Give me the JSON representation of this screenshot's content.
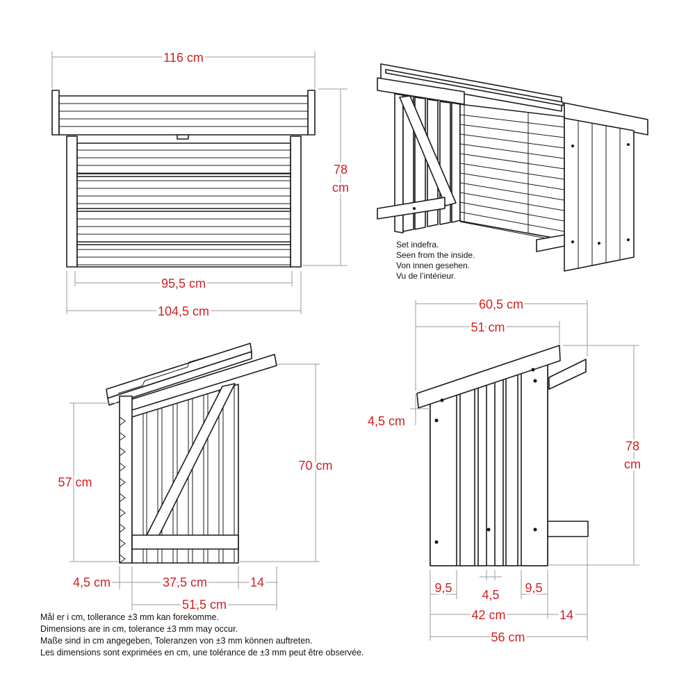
{
  "front_view": {
    "top_width": "116 cm",
    "height": "78\ncm",
    "inner_width": "95,5 cm",
    "base_width": "104,5 cm"
  },
  "inside_view": {
    "caption": [
      "Set indefra.",
      "Seen from the inside.",
      "Von innen gesehen.",
      "Vu de l’intérieur."
    ]
  },
  "side_view": {
    "front_height": "57 cm",
    "back_height": "70 cm",
    "post": "4,5 cm",
    "slats_width": "37,5 cm",
    "overhang": "14",
    "depth": "51,5 cm"
  },
  "end_view": {
    "roof_width": "60,5 cm",
    "panel_top": "51 cm",
    "board": "4,5 cm",
    "height": "78\ncm",
    "left_post": "9,5",
    "gap": "4,5",
    "right_post": "9,5",
    "bottom_width": "42 cm",
    "foot": "14",
    "total_width": "56 cm"
  },
  "notes": [
    "Mål er i cm, tollerance ±3 mm kan forekomme.",
    "Dimensions are in cm, tolerance ±3 mm may occur.",
    "Maße sind in cm angegeben, Toleranzen von ±3 mm können auftreten.",
    "Les dimensions sont exprimées en cm, une tolérance de ±3 mm peut être observée."
  ]
}
